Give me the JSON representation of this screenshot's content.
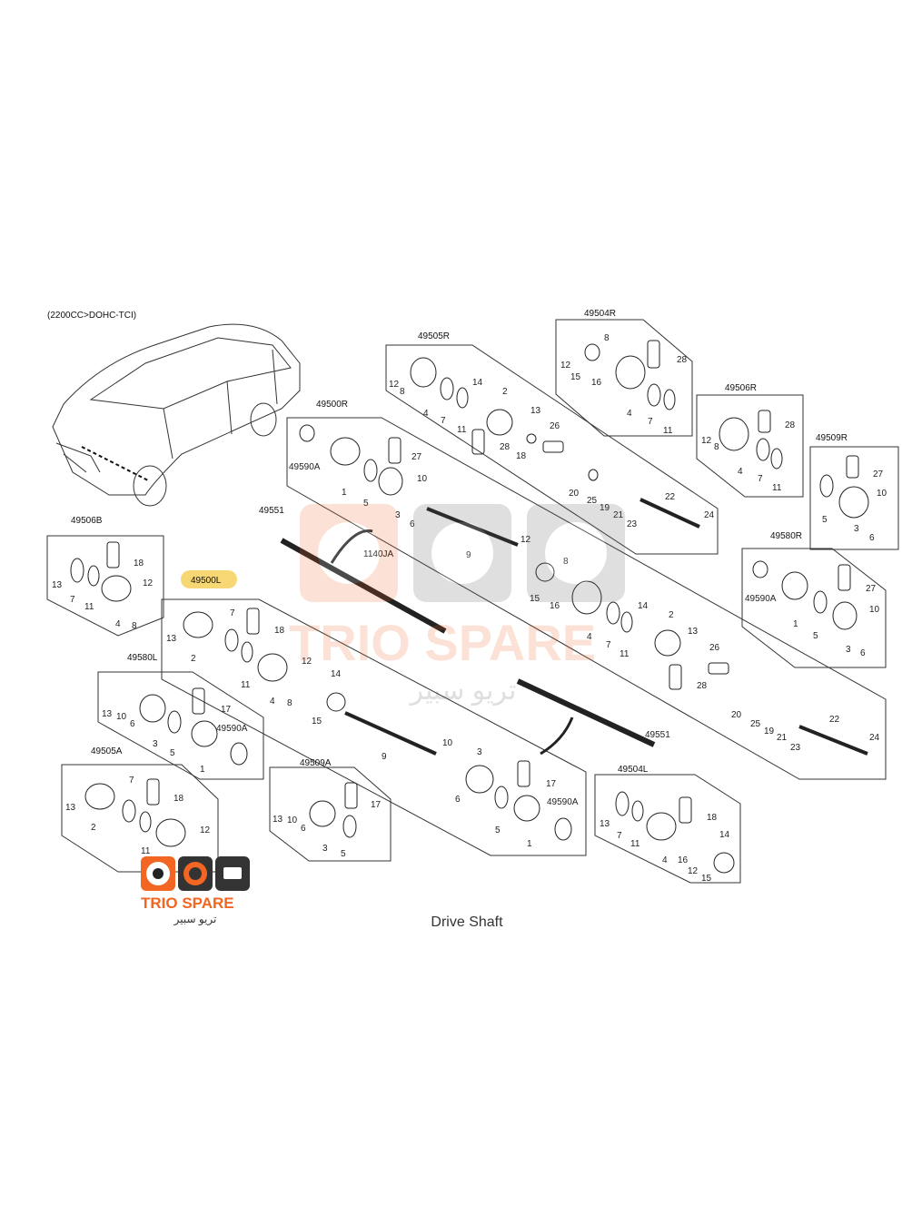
{
  "engine_label": "(2200CC>DOHC-TCI)",
  "caption": "Drive Shaft",
  "logo": {
    "brand": "TRIO SPARE",
    "arabic": "تريو سبير"
  },
  "watermark": {
    "brand": "TRIO SPARE",
    "arabic": "تريو سبير"
  },
  "highlight_color": "#f7d774",
  "groups": [
    {
      "code": "49504R",
      "parts": [
        "12",
        "15",
        "8",
        "16",
        "28",
        "4",
        "7",
        "11"
      ]
    },
    {
      "code": "49505R",
      "parts": [
        "12",
        "8",
        "4",
        "7",
        "14",
        "11",
        "2",
        "28",
        "13",
        "18",
        "26",
        "20",
        "25",
        "19",
        "21",
        "23",
        "22",
        "24"
      ]
    },
    {
      "code": "49506R",
      "parts": [
        "12",
        "8",
        "4",
        "28",
        "7",
        "11"
      ]
    },
    {
      "code": "49509R",
      "parts": [
        "27",
        "5",
        "10",
        "3",
        "6"
      ]
    },
    {
      "code": "49500R",
      "parts": [
        "49590A",
        "1",
        "27",
        "5",
        "10",
        "3",
        "6",
        "9",
        "12",
        "15",
        "8",
        "16",
        "4",
        "7",
        "11",
        "14",
        "2",
        "13",
        "28",
        "26",
        "20",
        "25",
        "19",
        "21",
        "23",
        "22",
        "24"
      ]
    },
    {
      "code": "49580R",
      "parts": [
        "49590A",
        "1",
        "27",
        "5",
        "10",
        "3",
        "6"
      ]
    },
    {
      "code": "49551",
      "parts": []
    },
    {
      "code": "1140JA",
      "parts": []
    },
    {
      "code": "49506B",
      "parts": [
        "13",
        "7",
        "11",
        "18",
        "12",
        "4",
        "8"
      ]
    },
    {
      "code": "49500L",
      "parts": [
        "13",
        "2",
        "7",
        "18",
        "11",
        "4",
        "12",
        "8",
        "14",
        "15",
        "9",
        "10",
        "6",
        "3",
        "17",
        "5",
        "49590A",
        "1",
        "49551"
      ]
    },
    {
      "code": "49580L",
      "parts": [
        "13",
        "10",
        "6",
        "17",
        "3",
        "5",
        "49590A",
        "1"
      ]
    },
    {
      "code": "49505A",
      "parts": [
        "13",
        "7",
        "2",
        "18",
        "11",
        "12"
      ]
    },
    {
      "code": "49509A",
      "parts": [
        "13",
        "10",
        "6",
        "17",
        "3",
        "5"
      ]
    },
    {
      "code": "49504L",
      "parts": [
        "13",
        "7",
        "11",
        "18",
        "14",
        "4",
        "16",
        "12",
        "15"
      ]
    }
  ]
}
